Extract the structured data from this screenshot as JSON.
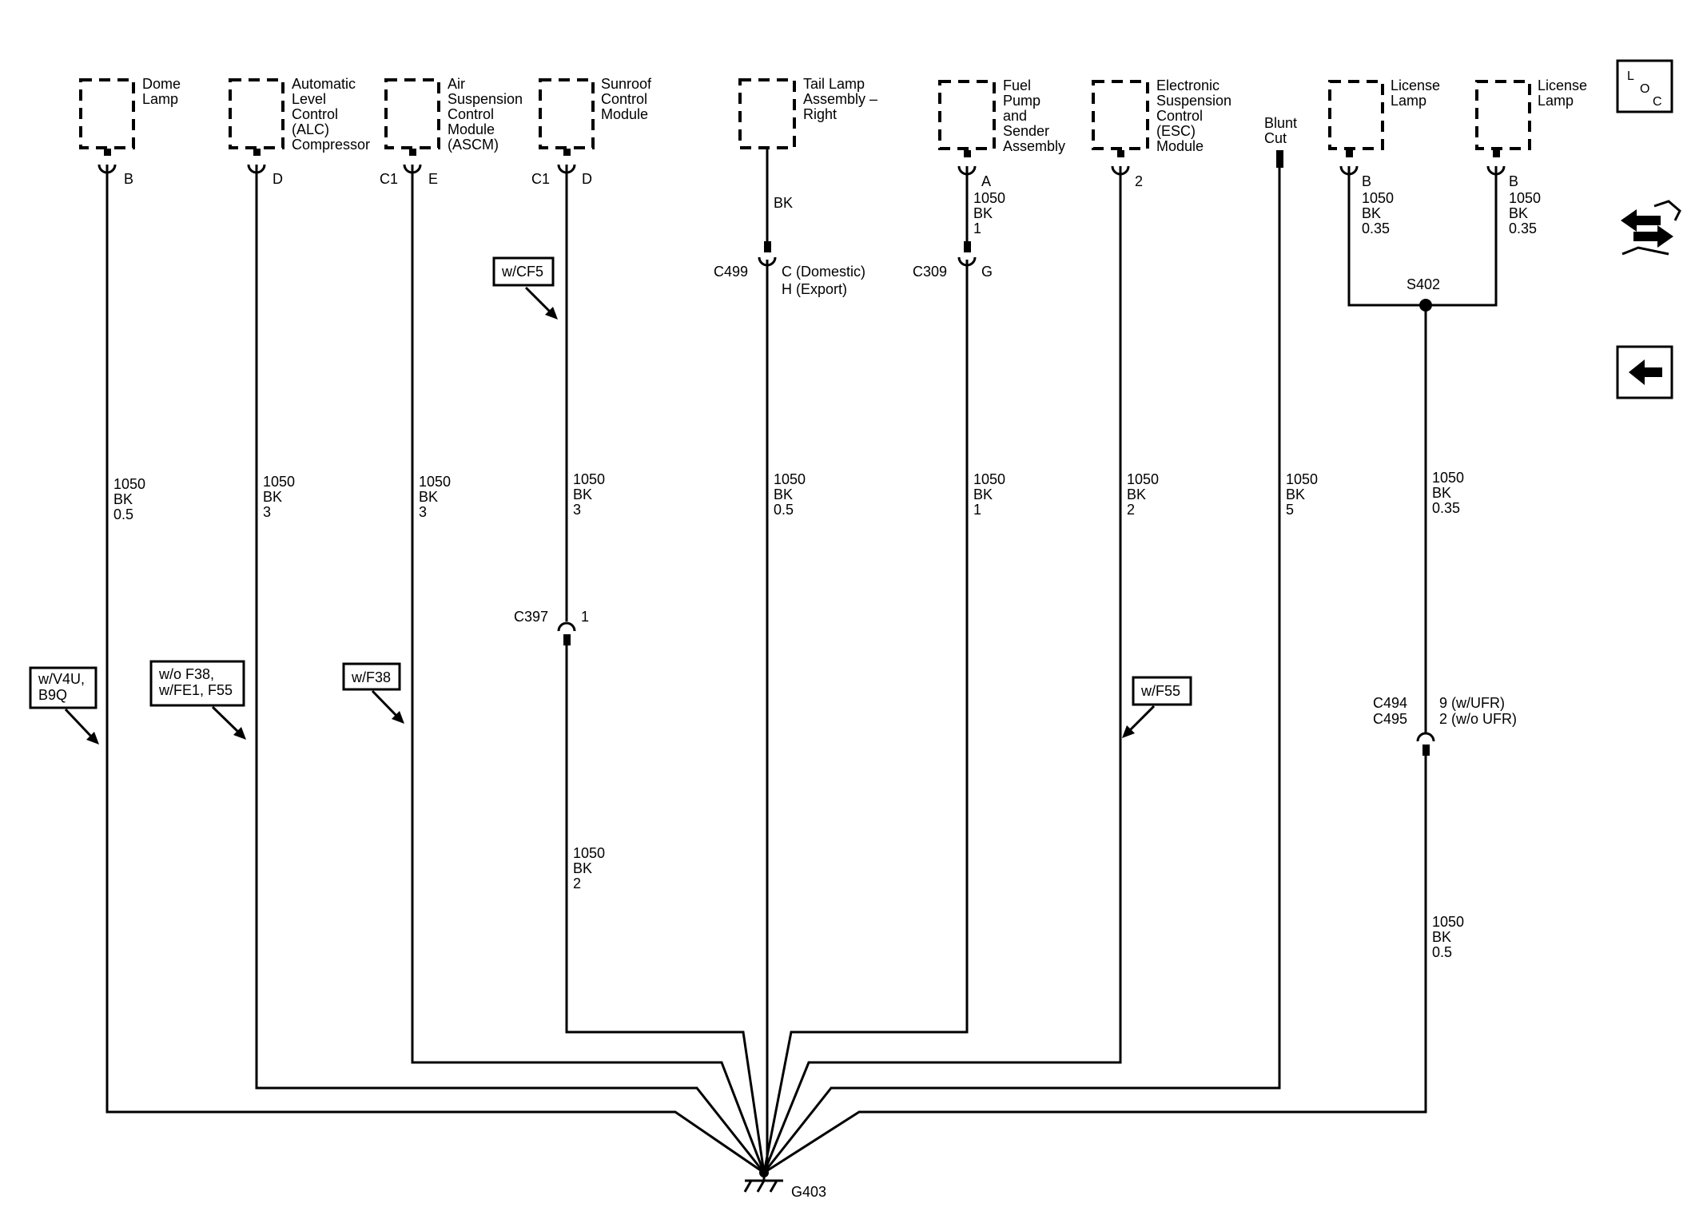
{
  "components": {
    "dome_lamp": [
      "Dome",
      "Lamp"
    ],
    "alc_compressor": [
      "Automatic",
      "Level",
      "Control",
      "(ALC)",
      "Compressor"
    ],
    "ascm": [
      "Air",
      "Suspension",
      "Control",
      "Module",
      "(ASCM)"
    ],
    "sunroof": [
      "Sunroof",
      "Control",
      "Module"
    ],
    "tail_lamp": [
      "Tail Lamp",
      "Assembly –",
      "Right"
    ],
    "fuel_pump": [
      "Fuel",
      "Pump",
      "and",
      "Sender",
      "Assembly"
    ],
    "esc_module": [
      "Electronic",
      "Suspension",
      "Control",
      "(ESC)",
      "Module"
    ],
    "blunt_cut": [
      "Blunt",
      "Cut"
    ],
    "license_lamp_1": [
      "License",
      "Lamp"
    ],
    "license_lamp_2": [
      "License",
      "Lamp"
    ]
  },
  "pins": {
    "dome_b": "B",
    "alc_d": "D",
    "ascm_c1": "C1",
    "ascm_e": "E",
    "sunroof_c1": "C1",
    "sunroof_d": "D",
    "fuel_a": "A",
    "esc_2": "2",
    "lic1_b": "B",
    "lic2_b": "B",
    "c397_pin": "1",
    "c309_pin": "G",
    "c499_pin_1": "C (Domestic)",
    "c499_pin_2": "H (Export)",
    "c494_pin": "9 (w/UFR)",
    "c495_pin": "2 (w/o UFR)"
  },
  "connectors": {
    "c499": "C499",
    "c309": "C309",
    "c397": "C397",
    "c494": "C494",
    "c495": "C495",
    "s402": "S402",
    "g403": "G403"
  },
  "wires": {
    "dome": [
      "1050",
      "BK",
      "0.5"
    ],
    "alc": [
      "1050",
      "BK",
      "3"
    ],
    "ascm": [
      "1050",
      "BK",
      "3"
    ],
    "sunroof_upper": [
      "1050",
      "BK",
      "3"
    ],
    "sunroof_lower": [
      "1050",
      "BK",
      "2"
    ],
    "tail_upper": "BK",
    "tail_lower": [
      "1050",
      "BK",
      "0.5"
    ],
    "fuel_upper": [
      "1050",
      "BK",
      "1"
    ],
    "fuel_lower": [
      "1050",
      "BK",
      "1"
    ],
    "esc": [
      "1050",
      "BK",
      "2"
    ],
    "blunt": [
      "1050",
      "BK",
      "5"
    ],
    "lic1": [
      "1050",
      "BK",
      "0.35"
    ],
    "lic2": [
      "1050",
      "BK",
      "0.35"
    ],
    "license_mid": [
      "1050",
      "BK",
      "0.35"
    ],
    "license_lower": [
      "1050",
      "BK",
      "0.5"
    ]
  },
  "options": {
    "v4u": [
      "w/V4U,",
      "B9Q"
    ],
    "f38_without": [
      "w/o F38,",
      "w/FE1, F55"
    ],
    "f38": "w/F38",
    "cf5": "w/CF5",
    "f55": "w/F55"
  },
  "nav": {
    "loc_l": "L",
    "loc_o": "O",
    "loc_c": "C"
  }
}
